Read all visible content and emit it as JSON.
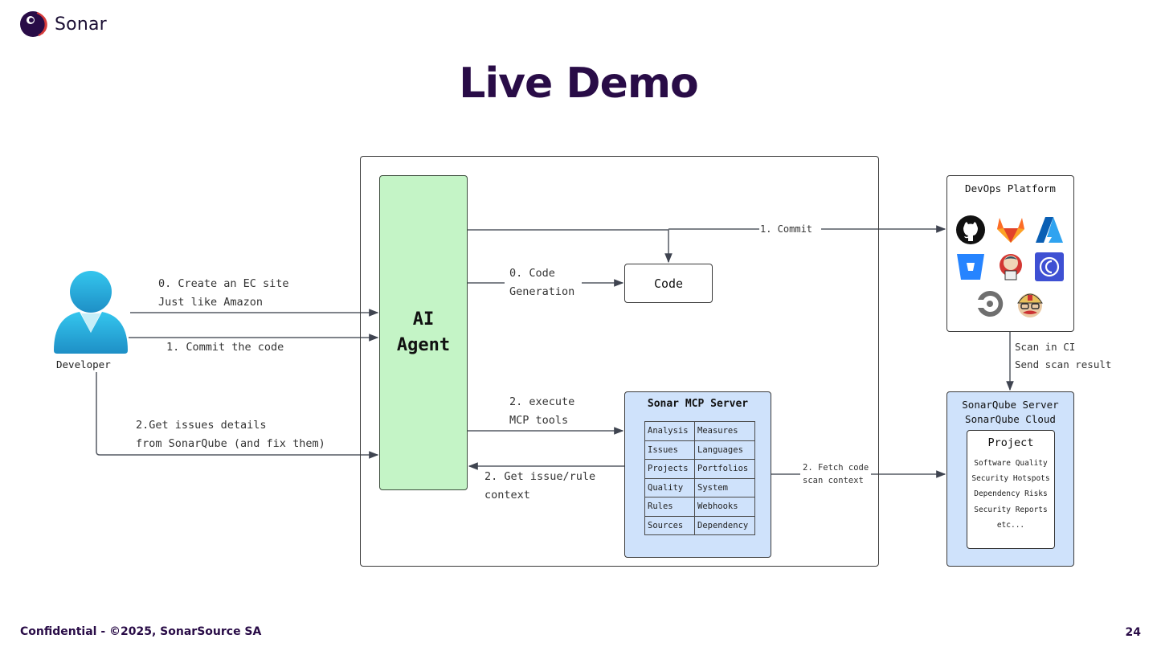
{
  "header": {
    "logo_text": "Sonar",
    "title": "Live Demo"
  },
  "footer": {
    "confidential": "Confidential - ©2025, SonarSource SA",
    "page_number": "24"
  },
  "colors": {
    "brand": "#290c47",
    "agent_fill": "#c4f4c6",
    "server_fill": "#cfe2fb",
    "developer_icon": "#2bb4e4"
  },
  "diagram": {
    "developer": {
      "label": "Developer",
      "icon": "person-icon"
    },
    "agent": {
      "label": "AI\nAgent"
    },
    "code": {
      "label": "Code"
    },
    "edges": {
      "create_site_line1": "0. Create an EC site",
      "create_site_line2": "Just like Amazon",
      "commit_the_code": "1. Commit the code",
      "get_issues_line1": "2.Get issues details",
      "get_issues_line2": "from SonarQube (and fix them)",
      "code_gen_line1": "0. Code",
      "code_gen_line2": "Generation",
      "commit": "1. Commit",
      "execute_line1": "2. execute",
      "execute_line2": "MCP tools",
      "get_context_line1": "2. Get issue/rule",
      "get_context_line2": "context",
      "fetch_line1": "2. Fetch code",
      "fetch_line2": "scan context",
      "scan_line1": "Scan in CI",
      "scan_line2": "Send scan result"
    },
    "mcp_server": {
      "title": "Sonar MCP Server",
      "tools": [
        [
          "Analysis",
          "Measures"
        ],
        [
          "Issues",
          "Languages"
        ],
        [
          "Projects",
          "Portfolios"
        ],
        [
          "Quality",
          "System"
        ],
        [
          "Rules",
          "Webhooks"
        ],
        [
          "Sources",
          "Dependency"
        ]
      ]
    },
    "devops": {
      "title": "DevOps Platform",
      "platforms": [
        "github-icon",
        "gitlab-icon",
        "azure-devops-icon",
        "bitbucket-icon",
        "jenkins-icon",
        "codemagic-icon",
        "circleci-icon",
        "travis-ci-icon"
      ]
    },
    "sonarqube": {
      "title": "SonarQube Server\nSonarQube Cloud",
      "project_title": "Project",
      "project_items": [
        "Software Quality",
        "Security Hotspots",
        "Dependency Risks",
        "Security Reports",
        "etc..."
      ]
    }
  }
}
